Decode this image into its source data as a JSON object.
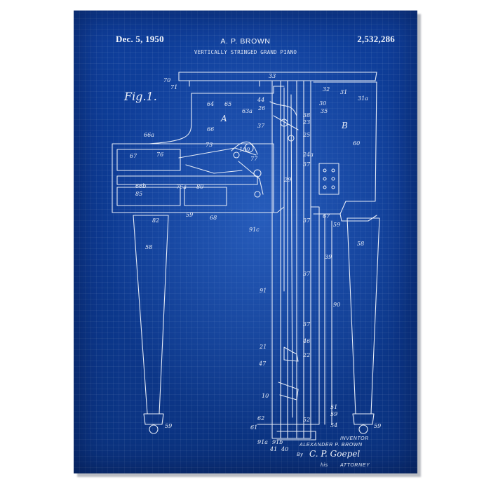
{
  "header": {
    "date": "Dec. 5, 1950",
    "inventor": "A. P. BROWN",
    "patent_number": "2,532,286",
    "title": "VERTICALLY STRINGED GRAND PIANO"
  },
  "figure": {
    "label": "Fig.1.",
    "section_a": "A",
    "section_b": "B"
  },
  "footer": {
    "inventor_caption": "INVENTOR",
    "inventor_name": "ALEXANDER P. BROWN",
    "by": "By",
    "signature": "C. P. Goepel",
    "his": "his",
    "attorney": "ATTORNEY"
  },
  "reference_numerals": {
    "r70": "70",
    "r71": "71",
    "r33": "33",
    "r32": "32",
    "r31": "31",
    "r31a": "31a",
    "r64": "64",
    "r65": "65",
    "r44": "44",
    "r63a": "63a",
    "r26": "26",
    "r30": "30",
    "r35": "35",
    "r37a": "37",
    "r38": "38",
    "r23": "23",
    "r25": "25",
    "r66": "66",
    "r66a": "66a",
    "r60": "60",
    "r67": "67",
    "r76": "76",
    "r73": "73",
    "r100": "100",
    "r77": "77",
    "r24a": "24a",
    "r37b": "37",
    "r29": "29",
    "r66b": "66b",
    "r85": "85",
    "r76a": "76a",
    "r80": "80",
    "r59a": "59",
    "r68": "68",
    "r82": "82",
    "r91c": "91c",
    "r37c": "37",
    "r67b": "67",
    "r59b": "59",
    "r58a": "58",
    "r58b": "58",
    "r39": "39",
    "r37d": "37",
    "r91": "91",
    "r90": "90",
    "r37e": "37",
    "r46": "46",
    "r21": "21",
    "r22": "22",
    "r47": "47",
    "r10": "10",
    "r51": "51",
    "r59c": "59",
    "r52": "52",
    "r59d": "59",
    "r59e": "59",
    "r61": "61",
    "r62": "62",
    "r91a": "91a",
    "r91b": "91b",
    "r41": "41",
    "r40": "40",
    "r54": "54"
  },
  "colors": {
    "blueprint_bg": "#0d3a92",
    "line": "#e9eef8",
    "frame_shadow": "#b9bcc2"
  }
}
